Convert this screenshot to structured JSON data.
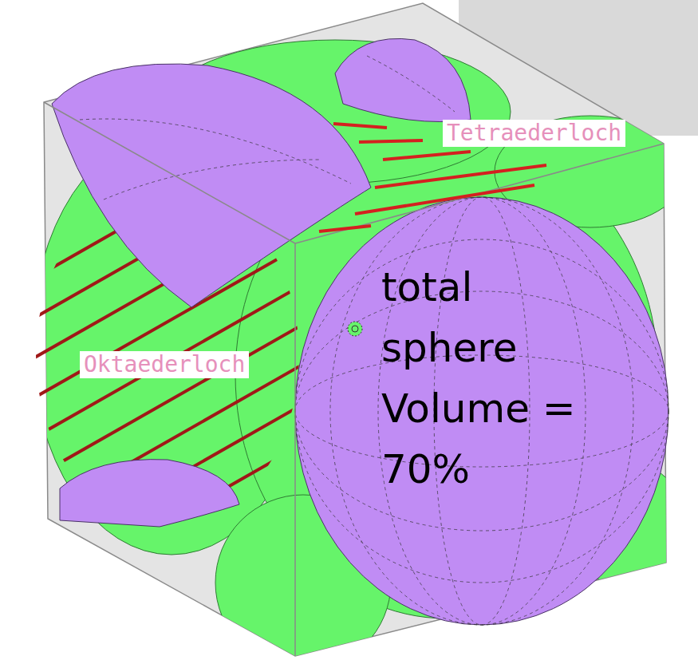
{
  "diagram": {
    "labels": [
      "Tetraederloch",
      "Oktaederloch",
      "total sphere Volume = 70%"
    ]
  }
}
